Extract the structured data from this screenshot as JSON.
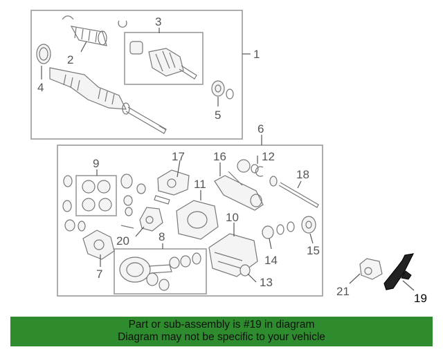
{
  "callouts": [
    {
      "id": "1",
      "label": "1"
    },
    {
      "id": "2",
      "label": "2"
    },
    {
      "id": "3",
      "label": "3"
    },
    {
      "id": "4",
      "label": "4"
    },
    {
      "id": "5",
      "label": "5"
    },
    {
      "id": "6",
      "label": "6"
    },
    {
      "id": "7",
      "label": "7"
    },
    {
      "id": "8",
      "label": "8"
    },
    {
      "id": "9",
      "label": "9"
    },
    {
      "id": "10",
      "label": "10"
    },
    {
      "id": "11",
      "label": "11"
    },
    {
      "id": "12",
      "label": "12"
    },
    {
      "id": "13",
      "label": "13"
    },
    {
      "id": "14",
      "label": "14"
    },
    {
      "id": "15",
      "label": "15"
    },
    {
      "id": "16",
      "label": "16"
    },
    {
      "id": "17",
      "label": "17"
    },
    {
      "id": "18",
      "label": "18"
    },
    {
      "id": "19",
      "label": "19"
    },
    {
      "id": "20",
      "label": "20"
    },
    {
      "id": "21",
      "label": "21"
    }
  ],
  "highlight": {
    "part": "19",
    "color": "#000000"
  },
  "banner": {
    "line1": "Part or sub-assembly is #19 in diagram",
    "line2": "Diagram may not be specific to your vehicle",
    "background": "#2e8b2e"
  }
}
